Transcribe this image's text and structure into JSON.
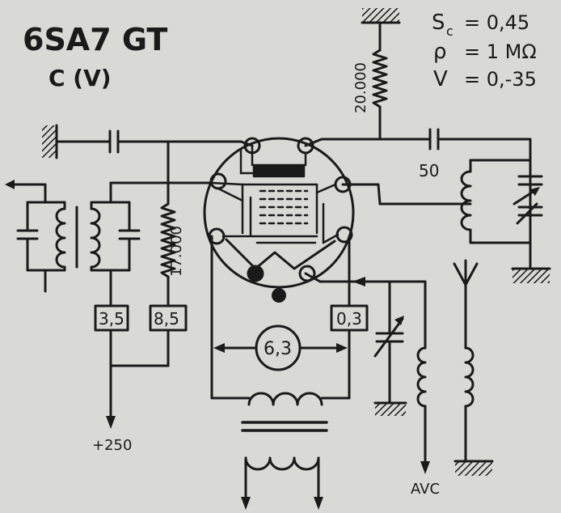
{
  "title": "6SA7 GT",
  "subtitle": "C (V)",
  "params": {
    "sc_label": "S",
    "sc_sub": "c",
    "sc_value": "= 0,45",
    "rho_label": "ρ",
    "rho_value": "= 1 MΩ",
    "v_label": "V",
    "v_value": "= 0,-35"
  },
  "resistor_top": "20.000",
  "resistor_left": "17.000",
  "capacitor_right": "50",
  "box_left": "3,5",
  "box_mid": "8,5",
  "box_right": "0,3",
  "heater": "6,3",
  "supply": "+250",
  "avc": "AVC",
  "colors": {
    "ink": "#1a1a1a",
    "paper": "#d9d9d6"
  }
}
